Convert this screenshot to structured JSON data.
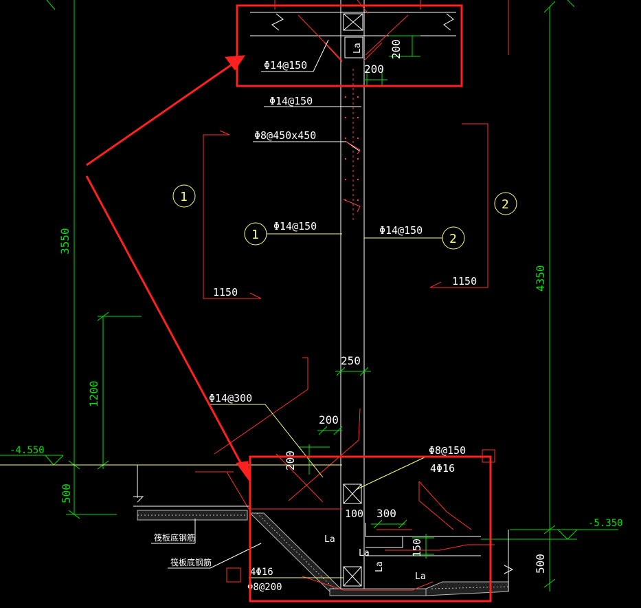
{
  "colors": {
    "background": "#000000",
    "dimension": "#00e000",
    "annotation": "#ffffff",
    "leader": "#ffff80",
    "section": "#ff3030",
    "hatch": "#bbbbbb"
  },
  "annotations": {
    "top_rebar": "Φ14@150",
    "dim_200_top_v": "200",
    "dim_200_top_h": "200",
    "la_top": "La",
    "wall_rebar_1": "Φ14@150",
    "tie_rebar": "Φ8@450x450",
    "vertical_rebar_left": "Φ14@150",
    "vertical_rebar_right": "Φ14@150",
    "section_1_num": "1",
    "section_2_num": "2",
    "section_1_len": "1150",
    "section_2_len": "1150",
    "wall_thk": "250",
    "diag_rebar": "Φ14@300",
    "dim_200_mid_h": "200",
    "dim_200_mid_v": "200",
    "stirrup": "Φ8@150",
    "bars_top": "4Φ16",
    "dim_100": "100",
    "dim_300": "300",
    "dim_150": "150",
    "la_1": "La",
    "la_2": "La",
    "la_3": "La",
    "la_4": "La",
    "bars_bottom": "4Φ16",
    "stirrup_bottom": "Φ8@200",
    "raft_bottom_1": "筏板底钢筋",
    "raft_bottom_2": "筏板底钢筋"
  },
  "dimensions": {
    "left_total": "3550",
    "left_mid": "1200",
    "left_bottom": "500",
    "right_total": "4350",
    "right_bottom": "500",
    "level_left": "-4.550",
    "level_right": "-5.350"
  }
}
